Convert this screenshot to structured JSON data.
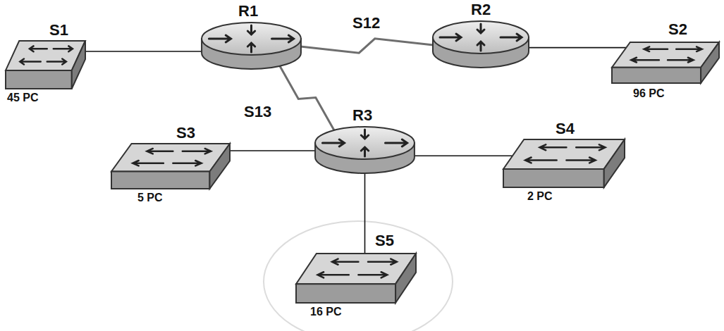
{
  "diagram": {
    "nodes": [
      {
        "text": [
          "S1",
          "45 PC"
        ]
      },
      {
        "text": [
          "R1"
        ]
      },
      {
        "text": [
          "R2"
        ]
      },
      {
        "text": [
          "S2",
          "96 PC"
        ]
      },
      {
        "text": [
          "R3"
        ]
      },
      {
        "text": [
          "S3",
          "5 PC"
        ]
      },
      {
        "text": [
          "S4",
          "2 PC"
        ]
      },
      {
        "text": [
          "S5",
          "16 PC"
        ]
      }
    ],
    "edges": [
      {
        "from": 0,
        "to": 1,
        "arrow": "none"
      },
      {
        "from": 1,
        "to": 2,
        "label": "S12",
        "arrow": "none"
      },
      {
        "from": 2,
        "to": 3,
        "arrow": "none"
      },
      {
        "from": 1,
        "to": 4,
        "label": "S13",
        "arrow": "none"
      },
      {
        "from": 4,
        "to": 5,
        "arrow": "none"
      },
      {
        "from": 4,
        "to": 6,
        "arrow": "none"
      },
      {
        "from": 4,
        "to": 7,
        "arrow": "none"
      }
    ]
  }
}
